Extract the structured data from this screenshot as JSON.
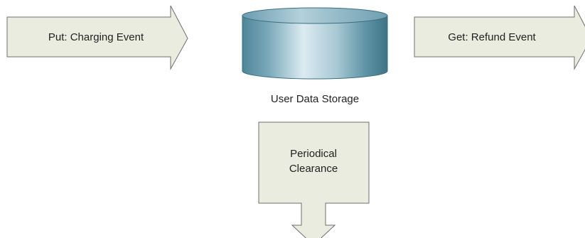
{
  "diagram": {
    "put_arrow_label": "Put: Charging Event",
    "get_arrow_label": "Get: Refund Event",
    "storage_label": "User Data Storage",
    "clearance_line1": "Periodical",
    "clearance_line2": "Clearance"
  },
  "colors": {
    "arrow_fill": "#e9ecde",
    "arrow_stroke": "#6f6f6f",
    "cylinder_body": "#5f93a6",
    "cylinder_highlight": "#dcebf1",
    "cylinder_top": "#8fb7c5"
  }
}
